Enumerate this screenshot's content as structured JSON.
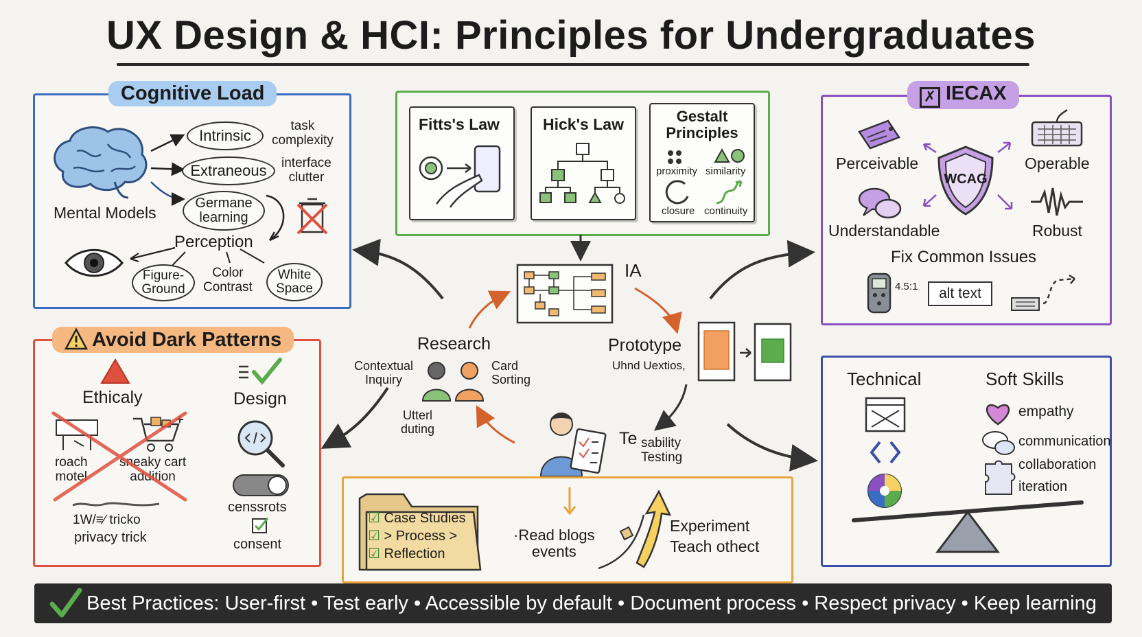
{
  "title": "UX Design & HCI: Principles for Undergraduates",
  "colors": {
    "blue": "#3a6cc4",
    "green": "#5aac4c",
    "purple": "#8a4fc0",
    "red": "#e0503e",
    "orange": "#e9a33c",
    "navy": "#3b4fa8"
  },
  "cognitive_load": {
    "title": "Cognitive Load",
    "mental_models": "Mental Models",
    "intrinsic": "Intrinsic",
    "intrinsic_note": "task\ncomplexity",
    "extraneous": "Extraneous",
    "extraneous_note": "interface\nclutter",
    "germane": "Germane\nlearning",
    "perception": "Perception",
    "figure_ground": "Figure-\nGround",
    "color_contrast": "Color\nContrast",
    "white_space": "White\nSpace"
  },
  "laws": {
    "fitts": "Fitts's Law",
    "hicks": "Hick's Law",
    "gestalt": "Gestalt\nPrinciples",
    "proximity": "proximity",
    "similarity": "similarity",
    "closure": "closure",
    "continuity": "continuity"
  },
  "accessibility": {
    "title": "IECAX",
    "perceivable": "Perceivable",
    "operable": "Operable",
    "wcag": "WCAG",
    "understandable": "Understandable",
    "robust": "Robust",
    "fix_common": "Fix Common Issues",
    "ratio": "4.5:1",
    "alt_text": "alt text"
  },
  "process": {
    "ia": "IA",
    "research": "Research",
    "contextual_inquiry": "Contextual\nInquiry",
    "card_sorting": "Card\nSorting",
    "user_testing": "Utterl\nduting",
    "prototype": "Prototype",
    "prototype_sub": "Uhnd Uextios,",
    "usability_a": "Te",
    "usability_b": "sability\nTesting"
  },
  "dark_patterns": {
    "title": "Avoid Dark Patterns",
    "ethically": "Ethicaly",
    "design": "Design",
    "roach_motel": "roach\nmotel",
    "sneaky_cart": "sneaky cart\naddition",
    "privacy_a": "1W/≡∕ tricko",
    "privacy_b": "privacy trick",
    "censsrots": "censsrots",
    "consent": "consent"
  },
  "portfolio": {
    "case_studies": "Case Studies",
    "process": "> Process >",
    "reflection": "Reflection",
    "read_blogs": "·Read blogs\nevents",
    "experiment": "Experiment\nTeach othect"
  },
  "skills": {
    "technical": "Technical",
    "soft_skills": "Soft Skills",
    "empathy": "empathy",
    "communication": "communication",
    "collaboration": "collaboration",
    "iteration": "iteration"
  },
  "banner": "Best Practices: User-first • Test early • Accessible by default • Document process • Respect privacy • Keep learning"
}
